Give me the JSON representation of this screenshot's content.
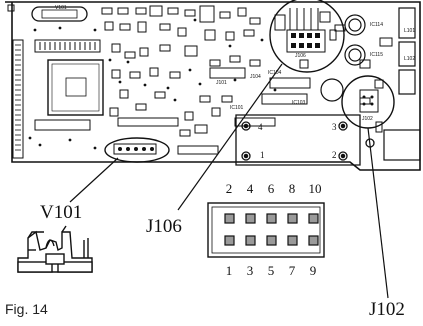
{
  "figure": {
    "caption": "Fig. 14"
  },
  "callouts": {
    "v101": "V101",
    "j106": "J106",
    "j102": "J102"
  },
  "connector": {
    "top_pins": [
      "2",
      "4",
      "6",
      "8",
      "10"
    ],
    "bottom_pins": [
      "1",
      "3",
      "5",
      "7",
      "9"
    ]
  },
  "board_labels": {
    "v101": "V101",
    "ic101": "IC101",
    "j102": "J102",
    "j106": "J106",
    "j101": "J101",
    "j104": "J104",
    "ic114": "IC114",
    "ic115": "IC115",
    "l101": "L101",
    "l102": "L102",
    "ic103": "IC103",
    "ic104": "IC104"
  },
  "mount_numbers": [
    "1",
    "2",
    "3",
    "4"
  ]
}
